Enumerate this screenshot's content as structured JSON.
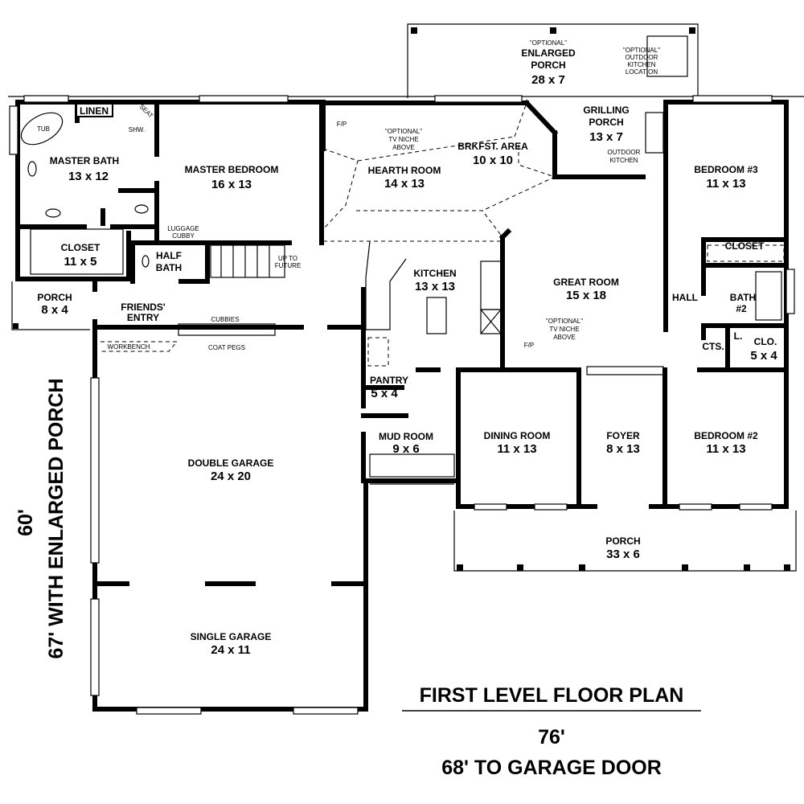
{
  "title": "FIRST LEVEL FLOOR PLAN",
  "dimensions": {
    "width": "76'",
    "width_garage": "68' TO GARAGE DOOR",
    "depth": "60'",
    "depth_enlarged": "67' WITH ENLARGED PORCH"
  },
  "rooms": {
    "master_bath": {
      "name": "MASTER BATH",
      "size": "13 x 12"
    },
    "master_bedroom": {
      "name": "MASTER BEDROOM",
      "size": "16 x 13"
    },
    "closet_master": {
      "name": "CLOSET",
      "size": "11 x 5"
    },
    "half_bath": {
      "name": "HALF BATH",
      "line1": "HALF",
      "line2": "BATH"
    },
    "porch_side": {
      "name": "PORCH",
      "size": "8 x 4"
    },
    "friends_entry": {
      "line1": "FRIENDS'",
      "line2": "ENTRY"
    },
    "hearth_room": {
      "name": "HEARTH ROOM",
      "size": "14 x 13"
    },
    "breakfast": {
      "name": "BRKFST. AREA",
      "size": "10 x 10"
    },
    "enlarged_porch": {
      "optional": "\"OPTIONAL\"",
      "line1": "ENLARGED",
      "line2": "PORCH",
      "size": "28 x 7"
    },
    "grilling_porch": {
      "line1": "GRILLING",
      "line2": "PORCH",
      "size": "13 x 7"
    },
    "bedroom3": {
      "name": "BEDROOM #3",
      "size": "11 x 13"
    },
    "closet_bed3": {
      "name": "CLOSET"
    },
    "kitchen": {
      "name": "KITCHEN",
      "size": "13 x 13"
    },
    "great_room": {
      "name": "GREAT ROOM",
      "size": "15 x 18"
    },
    "hall": {
      "name": "HALL"
    },
    "bath2": {
      "line1": "BATH",
      "line2": "#2"
    },
    "cts": {
      "name": "CTS."
    },
    "linen_small": {
      "name": "L."
    },
    "clo": {
      "name": "CLO.",
      "size": "5 x 4"
    },
    "pantry": {
      "name": "PANTRY",
      "size": "5 x 4"
    },
    "mud_room": {
      "name": "MUD ROOM",
      "size": "9 x 6"
    },
    "dining_room": {
      "name": "DINING ROOM",
      "size": "11 x 13"
    },
    "foyer": {
      "name": "FOYER",
      "size": "8 x 13"
    },
    "bedroom2": {
      "name": "BEDROOM #2",
      "size": "11 x 13"
    },
    "porch_front": {
      "name": "PORCH",
      "size": "33 x 6"
    },
    "double_garage": {
      "name": "DOUBLE GARAGE",
      "size": "24 x 20"
    },
    "single_garage": {
      "name": "SINGLE GARAGE",
      "size": "24 x 11"
    }
  },
  "notes": {
    "linen": "LINEN",
    "tub": "TUB",
    "shower": "SHW.",
    "seat": "SEAT",
    "luggage_1": "LUGGAGE",
    "luggage_2": "CUBBY",
    "up_1": "UP TO",
    "up_2": "FUTURE",
    "cubbies": "CUBBIES",
    "coat_pegs": "COAT PEGS",
    "workbench": "WORKBENCH",
    "fp": "F/P",
    "tv_1": "\"OPTIONAL\"",
    "tv_2": "TV NICHE",
    "tv_3": "ABOVE",
    "ok_1": "\"OPTIONAL\"",
    "ok_2": "OUTDOOR",
    "ok_3": "KITCHEN",
    "ok_4": "LOCATION",
    "outdoor_kitchen_1": "OUTDOOR",
    "outdoor_kitchen_2": "KITCHEN"
  }
}
